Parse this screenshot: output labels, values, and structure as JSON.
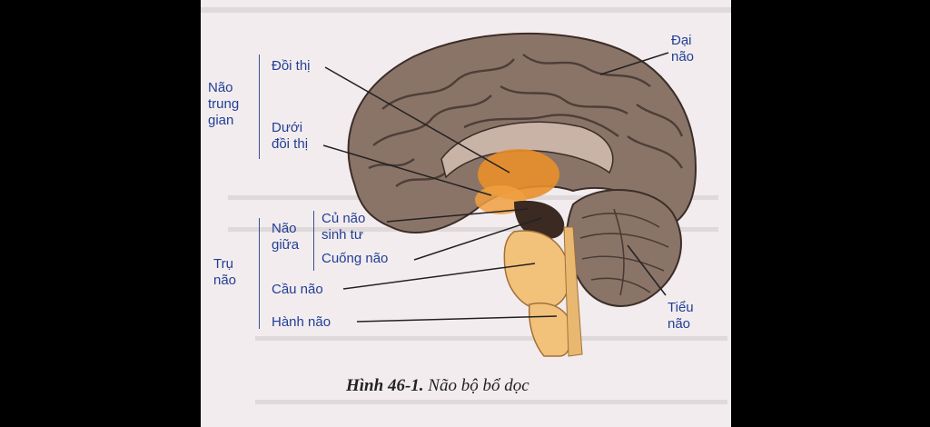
{
  "labels": {
    "dai_nao": "Đại\nnão",
    "doi_thi": "Đồi thị",
    "duoi_doi_thi": "Dưới\nđồi thị",
    "nao_trung_gian": "Não\ntrung\ngian",
    "nao_giua": "Não\ngiữa",
    "cu_nao_sinh_tu": "Củ não\nsinh tư",
    "cuong_nao": "Cuống não",
    "tru_nao": "Trụ\nnão",
    "cau_nao": "Cầu não",
    "hanh_nao": "Hành não",
    "tieu_nao": "Tiểu\nnão"
  },
  "caption": {
    "number": "Hình 46-1.",
    "text": " Não bộ bổ dọc"
  },
  "colors": {
    "label": "#1f3f95",
    "cortex": "#8a7468",
    "thalamus": "#e98f2a",
    "brainstem": "#f2c27b",
    "background": "#f3ecee"
  }
}
